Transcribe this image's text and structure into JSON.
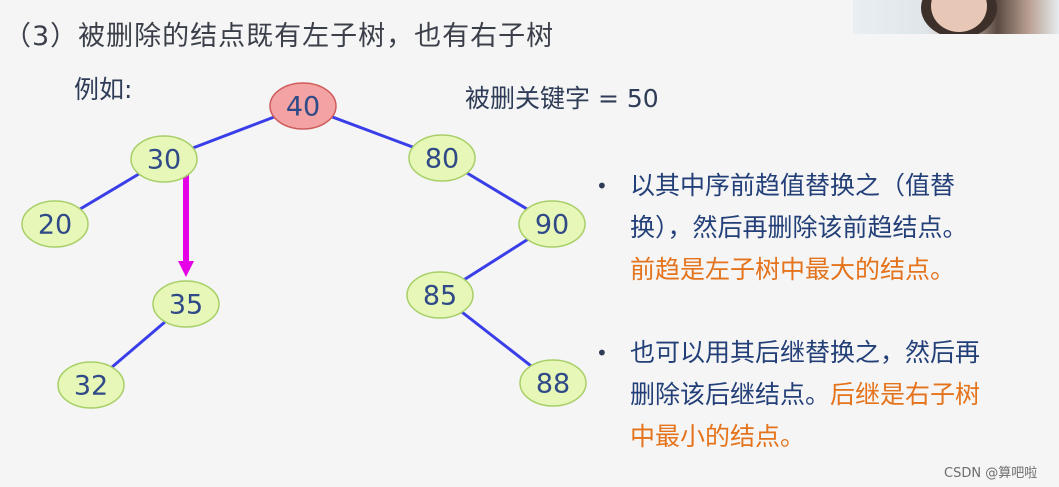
{
  "heading": "（3）被删除的结点既有左子树，也有右子树",
  "example_label": "例如:",
  "deleted_key_label": "被删关键字 = 50",
  "tree": {
    "nodes": [
      {
        "id": "n40",
        "label": "40",
        "highlight": true
      },
      {
        "id": "n30",
        "label": "30"
      },
      {
        "id": "n80",
        "label": "80"
      },
      {
        "id": "n20",
        "label": "20"
      },
      {
        "id": "n35",
        "label": "35"
      },
      {
        "id": "n32",
        "label": "32"
      },
      {
        "id": "n90",
        "label": "90"
      },
      {
        "id": "n85",
        "label": "85"
      },
      {
        "id": "n88",
        "label": "88"
      }
    ],
    "edges": [
      [
        "n40",
        "n30"
      ],
      [
        "n40",
        "n80"
      ],
      [
        "n30",
        "n20"
      ],
      [
        "n80",
        "n90"
      ],
      [
        "n90",
        "n85"
      ],
      [
        "n85",
        "n88"
      ],
      [
        "n35",
        "n32"
      ]
    ],
    "arrow": [
      "n30",
      "n35"
    ],
    "colors": {
      "edge": "#3a3ee8",
      "arrow": "#e600e6",
      "node_fill": "#e6f7b8",
      "node_stroke": "#a8cf68",
      "root_fill": "#f3a3a3",
      "root_stroke": "#cf5c5c"
    }
  },
  "bullets": [
    {
      "lines": [
        "以其中序前趋值替换之（值替",
        "换），然后再删除该前趋结点。"
      ],
      "highlight": "前趋是左子树中最大的结点。"
    },
    {
      "lines": [
        "也可以用其后继替换之，然后再",
        "删除该后继结点。"
      ],
      "highlight_lines": [
        "后继是右子树",
        "中最小的结点。"
      ]
    }
  ],
  "watermark": "CSDN @算吧啦"
}
